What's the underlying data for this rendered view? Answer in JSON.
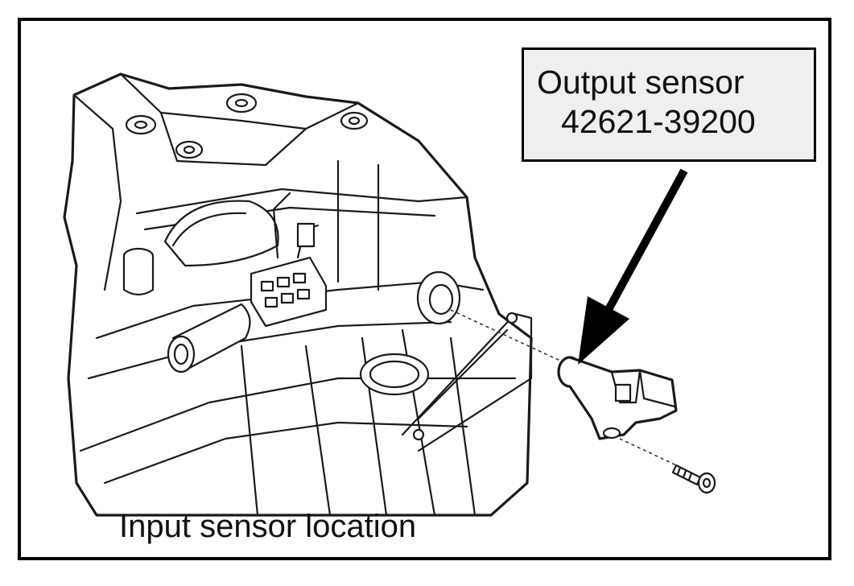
{
  "callout": {
    "line1": "Output sensor",
    "line2": "42621-39200"
  },
  "caption": "Input sensor location"
}
